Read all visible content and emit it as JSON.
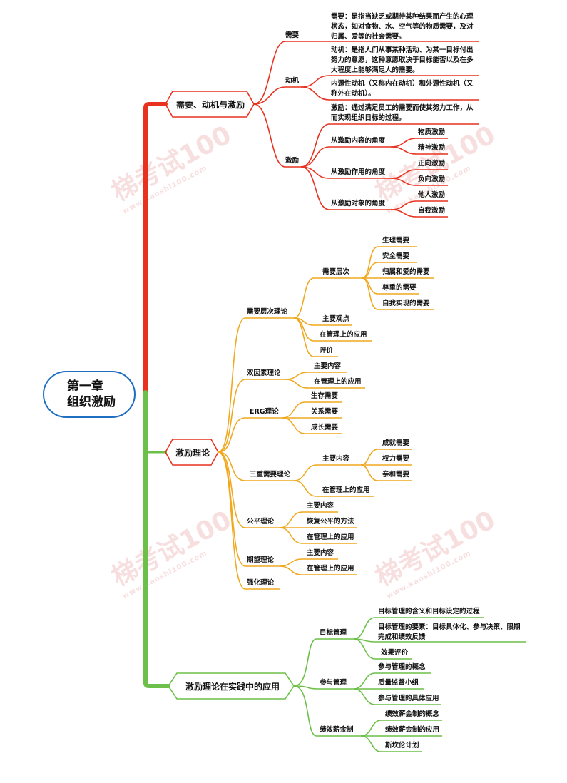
{
  "root": {
    "line1": "第一章",
    "line2": "组织激励"
  },
  "colors": {
    "branch1": "#e8321f",
    "branch2": "#f0a81e",
    "branch3": "#6cbf48",
    "root_border": "#1e6fc2"
  },
  "watermark": {
    "brand": "考试100",
    "url": "www.kaoshi100.com",
    "logo": "梯"
  },
  "branch1": {
    "label": "需要、动机与激励",
    "need": {
      "label": "需要",
      "desc": "需要：是指当缺乏或期待某种结果而产生的心理状态，如对食物、水、空气等的物质需要，及对归属、爱等的社会需要。"
    },
    "motive": {
      "label": "动机",
      "desc1": "动机：是指人们从事某种活动、为某一目标付出努力的意愿，这种意愿取决于目标能否以及在多大程度上能够满足人的需要。",
      "desc2": "内源性动机（又称内在动机）和外源性动机（又称外在动机）。"
    },
    "incentive": {
      "label": "激励",
      "desc": "激励：通过满足员工的需要而使其努力工作，从而实现组织目标的过程。",
      "content": {
        "label": "从激励内容的角度",
        "a": "物质激励",
        "b": "精神激励"
      },
      "effect": {
        "label": "从激励作用的角度",
        "a": "正向激励",
        "b": "负向激励"
      },
      "object": {
        "label": "从激励对象的角度",
        "a": "他人激励",
        "b": "自我激励"
      }
    }
  },
  "branch2": {
    "label": "激励理论",
    "hierarchy": {
      "label": "需要层次理论",
      "levels": {
        "label": "需要层次",
        "items": [
          "生理需要",
          "安全需要",
          "归属和爱的需要",
          "尊重的需要",
          "自我实现的需要"
        ]
      },
      "view": "主要观点",
      "app": "在管理上的应用",
      "eval": "评价"
    },
    "twofactor": {
      "label": "双因素理论",
      "items": [
        "主要内容",
        "在管理上的应用"
      ]
    },
    "erg": {
      "label": "ERG理论",
      "items": [
        "生存需要",
        "关系需要",
        "成长需要"
      ]
    },
    "triple": {
      "label": "三重需要理论",
      "main": {
        "label": "主要内容",
        "items": [
          "成就需要",
          "权力需要",
          "亲和需要"
        ]
      },
      "app": "在管理上的应用"
    },
    "equity": {
      "label": "公平理论",
      "items": [
        "主要内容",
        "恢复公平的方法",
        "在管理上的应用"
      ]
    },
    "expectancy": {
      "label": "期望理论",
      "items": [
        "主要内容",
        "在管理上的应用"
      ]
    },
    "reinforce": {
      "label": "强化理论"
    }
  },
  "branch3": {
    "label": "激励理论在实践中的应用",
    "mbo": {
      "label": "目标管理",
      "items": [
        "目标管理的含义和目标设定的过程",
        "目标管理的要素：目标具体化、参与决策、限期完成和绩效反馈",
        "效果评价"
      ]
    },
    "participation": {
      "label": "参与管理",
      "items": [
        "参与管理的概念",
        "质量监督小组",
        "参与管理的具体应用"
      ]
    },
    "pay": {
      "label": "绩效薪金制",
      "items": [
        "绩效薪金制的概念",
        "绩效薪金制的应用",
        "斯坎伦计划"
      ]
    }
  }
}
